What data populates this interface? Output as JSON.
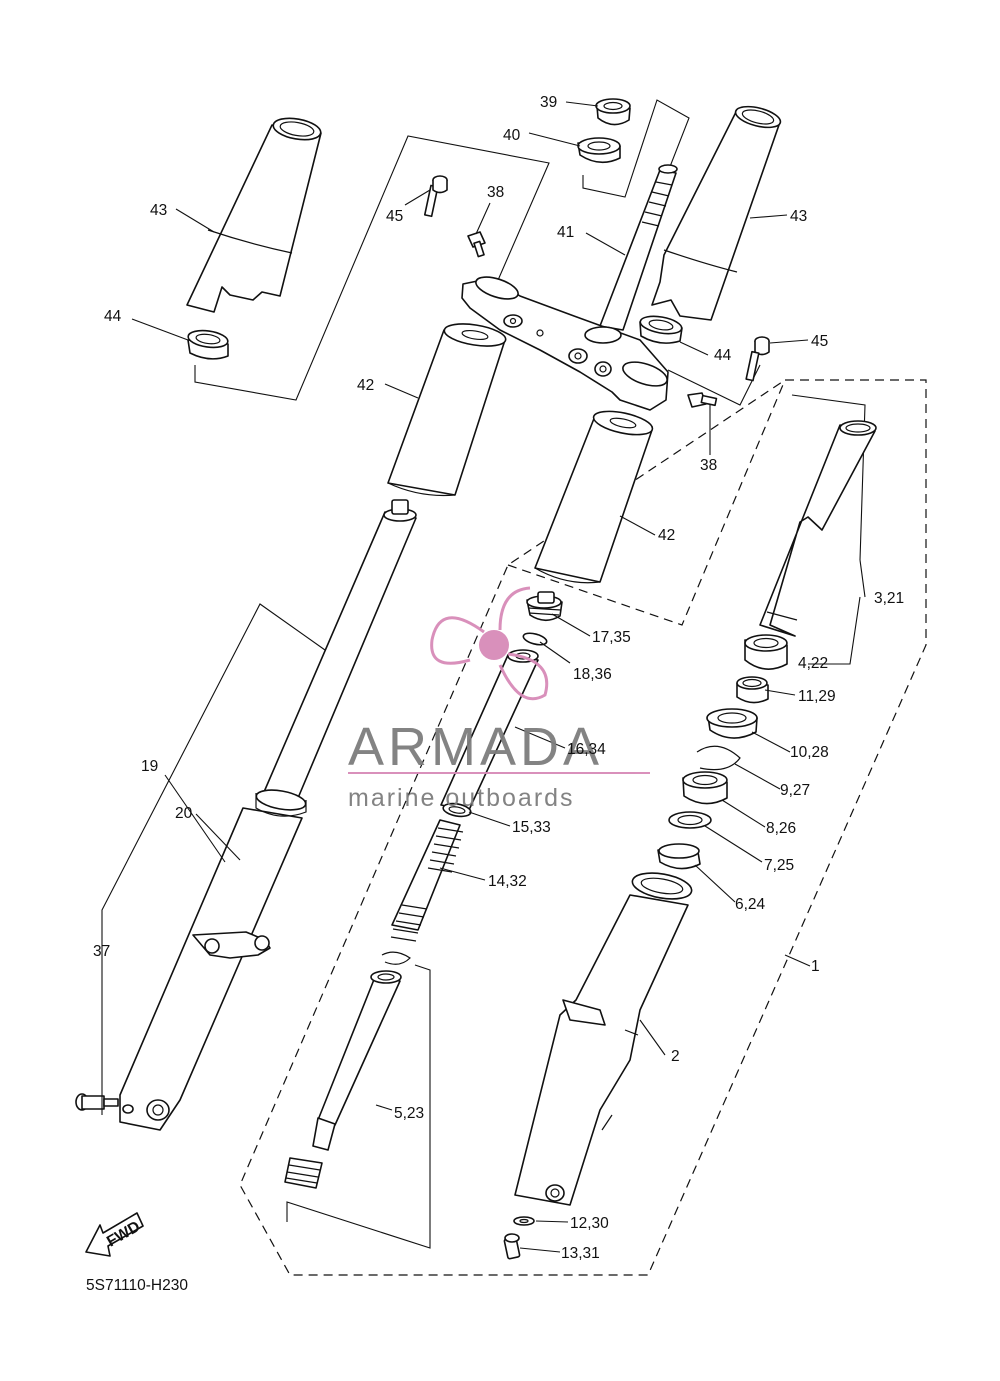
{
  "diagram_code": "5S71110-H230",
  "fwd_label": "FWD",
  "watermark": {
    "brand": "ARMADA",
    "tagline": "marine outboards",
    "color": "#d88bb8"
  },
  "callouts": {
    "c1": "1",
    "c2": "2",
    "c3_21": "3,21",
    "c4_22": "4,22",
    "c5_23": "5,23",
    "c6_24": "6,24",
    "c7_25": "7,25",
    "c8_26": "8,26",
    "c9_27": "9,27",
    "c10_28": "10,28",
    "c11_29": "11,29",
    "c12_30": "12,30",
    "c13_31": "13,31",
    "c14_32": "14,32",
    "c15_33": "15,33",
    "c16_34": "16,34",
    "c17_35": "17,35",
    "c18_36": "18,36",
    "c19": "19",
    "c20": "20",
    "c37": "37",
    "c38a": "38",
    "c38b": "38",
    "c39": "39",
    "c40": "40",
    "c41": "41",
    "c42a": "42",
    "c42b": "42",
    "c43a": "43",
    "c43b": "43",
    "c44a": "44",
    "c44b": "44",
    "c45a": "45",
    "c45b": "45"
  }
}
